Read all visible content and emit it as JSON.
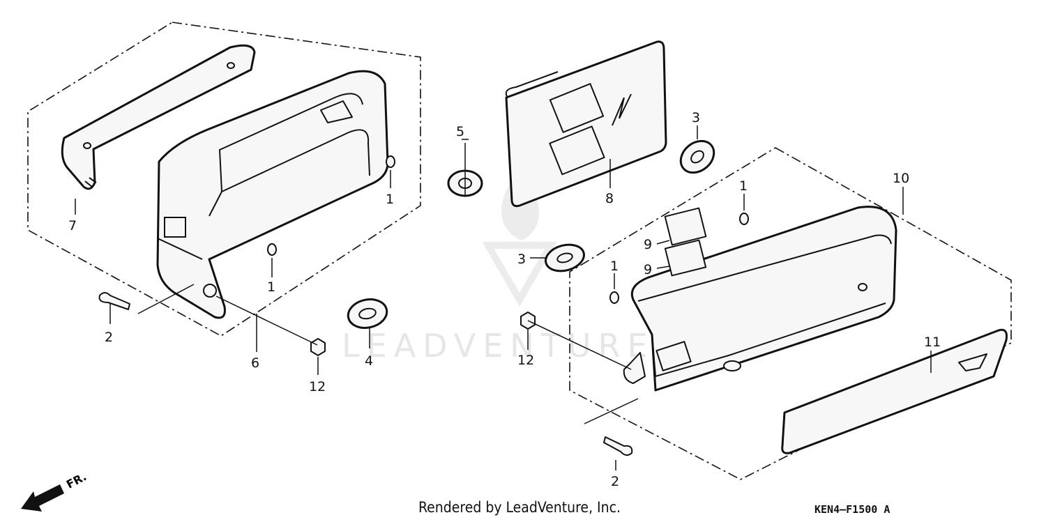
{
  "watermark": {
    "text": "LEADVENTURE"
  },
  "footer": {
    "rendered_by": "Rendered by LeadVenture, Inc.",
    "diagram_code": "KEN4–F1500 A"
  },
  "direction": {
    "label": "FR.",
    "icon": "front-direction-arrow-icon"
  },
  "callouts": [
    "1",
    "1",
    "1",
    "1",
    "2",
    "2",
    "3",
    "3",
    "4",
    "5",
    "6",
    "7",
    "8",
    "9",
    "9",
    "10",
    "11",
    "12",
    "12"
  ],
  "colors": {
    "line": "#111111",
    "background": "#ffffff",
    "watermark": "#e6e6e6"
  }
}
